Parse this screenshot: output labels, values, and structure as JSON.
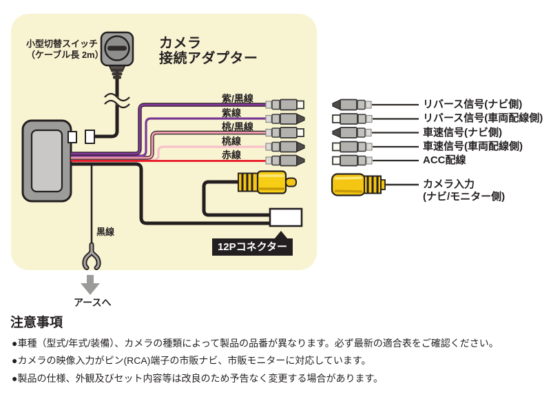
{
  "colors": {
    "panel_bg": "#f8f3d0",
    "purple_wire": "#7b3996",
    "pink_dark_wire": "#f09cad",
    "pink_wire": "#f8c0ca",
    "red_wire": "#e60012",
    "rca_yellow": "#f4c613",
    "callout_bg": "#231f20"
  },
  "panel": {
    "switch_label": [
      "小型切替スイッチ",
      "（ケーブル長 2m）"
    ],
    "title": [
      "カメラ",
      "接続アダプター"
    ],
    "wires": [
      {
        "label": "紫/黒線",
        "color": "#7b3996",
        "stripe": "#231f20",
        "terminal": "female"
      },
      {
        "label": "紫線",
        "color": "#7b3996",
        "terminal": "male"
      },
      {
        "label": "桃/黒線",
        "color": "#f09cad",
        "stripe": "#231f20",
        "terminal": "female"
      },
      {
        "label": "桃線",
        "color": "#f8c0ca",
        "terminal": "male"
      },
      {
        "label": "赤線",
        "color": "#e60012",
        "terminal": "male"
      }
    ],
    "black_wire_label": "黒線",
    "connector_callout": "12Pコネクター"
  },
  "ground_label": "アースへ",
  "right_column": {
    "rows": [
      {
        "label": "リバース信号(ナビ側)",
        "terminal": "male"
      },
      {
        "label": "リバース信号(車両配線側)",
        "terminal": "female"
      },
      {
        "label": "車速信号(ナビ側)",
        "terminal": "male"
      },
      {
        "label": "車速信号(車両配線側)",
        "terminal": "female"
      },
      {
        "label": "ACC配線",
        "terminal": "female"
      }
    ],
    "camera_input": [
      "カメラ入力",
      "(ナビ/モニター側)"
    ]
  },
  "notes": {
    "heading": "注意事項",
    "items": [
      "●車種（型式/年式/装備）、カメラの種類によって製品の品番が異なります。必ず最新の適合表をご確認ください。",
      "●カメラの映像入力がピン(RCA)端子の市販ナビ、市販モニターに対応しています。",
      "●製品の仕様、外観及びセット内容等は改良のため予告なく変更する場合があります。"
    ]
  }
}
